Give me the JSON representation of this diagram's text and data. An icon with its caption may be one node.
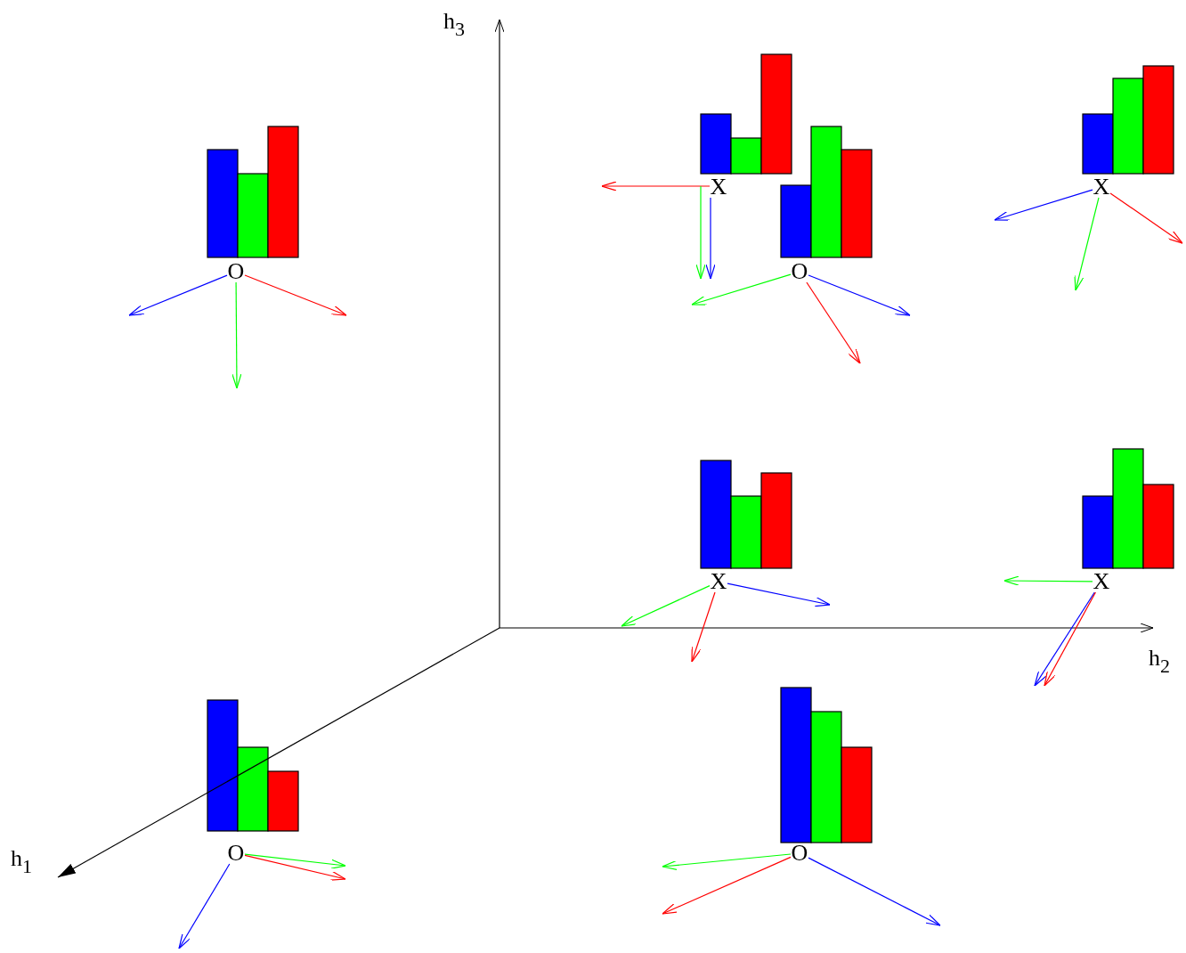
{
  "diagram": {
    "nodes": [
      {
        "text": [
          "O"
        ]
      },
      {
        "text": [
          "X"
        ]
      },
      {
        "text": [
          "X"
        ]
      },
      {
        "text": [
          "O"
        ]
      },
      {
        "text": [
          "X"
        ]
      },
      {
        "text": [
          "X"
        ]
      },
      {
        "text": [
          "O"
        ]
      },
      {
        "text": [
          "O"
        ]
      }
    ],
    "edges": [
      {
        "from": 0,
        "to": null,
        "arrow": "to",
        "color": "#0000ff"
      },
      {
        "from": 0,
        "to": null,
        "arrow": "to",
        "color": "#00ff00"
      },
      {
        "from": 0,
        "to": null,
        "arrow": "to",
        "color": "#ff0000"
      },
      {
        "from": 1,
        "to": null,
        "arrow": "to",
        "color": "#ff0000"
      },
      {
        "from": 1,
        "to": null,
        "arrow": "to",
        "color": "#00ff00"
      },
      {
        "from": 1,
        "to": null,
        "arrow": "to",
        "color": "#0000ff"
      },
      {
        "from": 2,
        "to": null,
        "arrow": "to",
        "color": "#0000ff"
      },
      {
        "from": 2,
        "to": null,
        "arrow": "to",
        "color": "#00ff00"
      },
      {
        "from": 2,
        "to": null,
        "arrow": "to",
        "color": "#ff0000"
      },
      {
        "from": 3,
        "to": null,
        "arrow": "to",
        "color": "#00ff00"
      },
      {
        "from": 3,
        "to": null,
        "arrow": "to",
        "color": "#0000ff"
      },
      {
        "from": 3,
        "to": null,
        "arrow": "to",
        "color": "#ff0000"
      },
      {
        "from": 4,
        "to": null,
        "arrow": "to",
        "color": "#00ff00"
      },
      {
        "from": 4,
        "to": null,
        "arrow": "to",
        "color": "#0000ff"
      },
      {
        "from": 4,
        "to": null,
        "arrow": "to",
        "color": "#ff0000"
      },
      {
        "from": 5,
        "to": null,
        "arrow": "to",
        "color": "#00ff00"
      },
      {
        "from": 5,
        "to": null,
        "arrow": "to",
        "color": "#0000ff"
      },
      {
        "from": 5,
        "to": null,
        "arrow": "to",
        "color": "#ff0000"
      },
      {
        "from": 6,
        "to": null,
        "arrow": "to",
        "color": "#00ff00"
      },
      {
        "from": 6,
        "to": null,
        "arrow": "to",
        "color": "#ff0000"
      },
      {
        "from": 6,
        "to": null,
        "arrow": "to",
        "color": "#0000ff"
      },
      {
        "from": 7,
        "to": null,
        "arrow": "to",
        "color": "#00ff00"
      },
      {
        "from": 7,
        "to": null,
        "arrow": "to",
        "color": "#ff0000"
      },
      {
        "from": 7,
        "to": null,
        "arrow": "to",
        "color": "#0000ff"
      }
    ],
    "labels": [
      "h$_{3}$",
      "h$_{2}$",
      "h$_{1}$"
    ]
  }
}
